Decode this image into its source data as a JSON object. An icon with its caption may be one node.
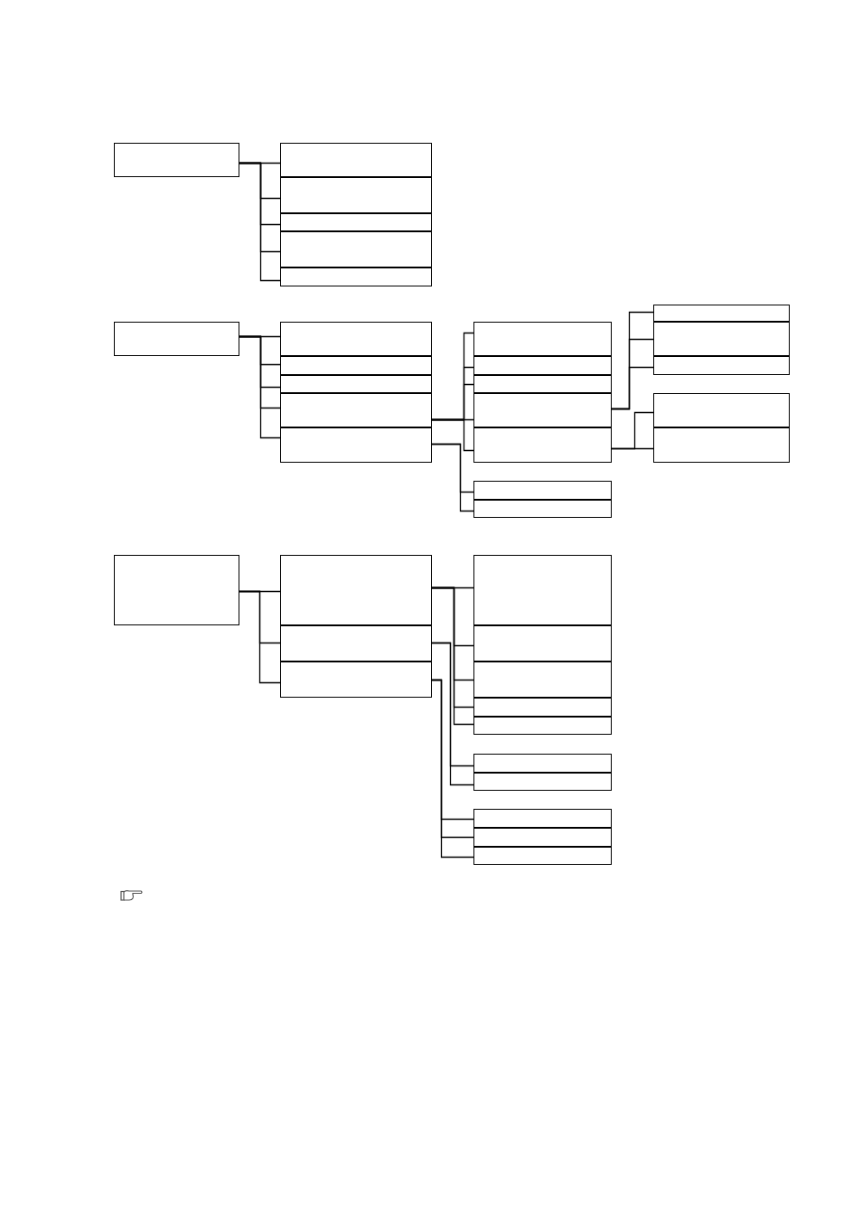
{
  "diagram": {
    "nodes": [
      {
        "text": [],
        "shape": "box"
      },
      {
        "text": [],
        "shape": "box"
      },
      {
        "text": [],
        "shape": "box"
      },
      {
        "text": [],
        "shape": "box"
      },
      {
        "text": [],
        "shape": "box"
      },
      {
        "text": [],
        "shape": "box"
      },
      {
        "text": [],
        "shape": "box"
      },
      {
        "text": [],
        "shape": "box"
      },
      {
        "text": [],
        "shape": "box"
      },
      {
        "text": [],
        "shape": "box"
      },
      {
        "text": [],
        "shape": "box"
      },
      {
        "text": [],
        "shape": "box"
      },
      {
        "text": [],
        "shape": "box"
      },
      {
        "text": [],
        "shape": "box"
      },
      {
        "text": [],
        "shape": "box"
      },
      {
        "text": [],
        "shape": "box"
      },
      {
        "text": [],
        "shape": "box"
      },
      {
        "text": [],
        "shape": "box"
      },
      {
        "text": [],
        "shape": "box"
      },
      {
        "text": [],
        "shape": "box"
      },
      {
        "text": [],
        "shape": "box"
      },
      {
        "text": [],
        "shape": "box"
      },
      {
        "text": [],
        "shape": "box"
      },
      {
        "text": [],
        "shape": "box"
      },
      {
        "text": [],
        "shape": "box"
      },
      {
        "text": [],
        "shape": "box"
      },
      {
        "text": [],
        "shape": "box"
      },
      {
        "text": [],
        "shape": "box"
      },
      {
        "text": [],
        "shape": "box"
      },
      {
        "text": [],
        "shape": "box"
      },
      {
        "text": [],
        "shape": "box"
      },
      {
        "text": [],
        "shape": "box"
      },
      {
        "text": [],
        "shape": "box"
      },
      {
        "text": [],
        "shape": "box"
      },
      {
        "text": [],
        "shape": "box"
      },
      {
        "text": [],
        "shape": "box"
      },
      {
        "text": [],
        "shape": "box"
      },
      {
        "text": [],
        "shape": "box"
      }
    ],
    "edges": [
      {
        "from": 0,
        "to": 1,
        "arrow": "none"
      },
      {
        "from": 0,
        "to": 2,
        "arrow": "none"
      },
      {
        "from": 0,
        "to": 3,
        "arrow": "none"
      },
      {
        "from": 0,
        "to": 4,
        "arrow": "none"
      },
      {
        "from": 0,
        "to": 5,
        "arrow": "none"
      },
      {
        "from": 6,
        "to": 7,
        "arrow": "none"
      },
      {
        "from": 6,
        "to": 8,
        "arrow": "none"
      },
      {
        "from": 6,
        "to": 9,
        "arrow": "none"
      },
      {
        "from": 6,
        "to": 10,
        "arrow": "none"
      },
      {
        "from": 6,
        "to": 11,
        "arrow": "none"
      },
      {
        "from": 10,
        "to": 12,
        "arrow": "none"
      },
      {
        "from": 10,
        "to": 13,
        "arrow": "none"
      },
      {
        "from": 10,
        "to": 14,
        "arrow": "none"
      },
      {
        "from": 10,
        "to": 15,
        "arrow": "none"
      },
      {
        "from": 10,
        "to": 16,
        "arrow": "none"
      },
      {
        "from": 11,
        "to": 17,
        "arrow": "none"
      },
      {
        "from": 11,
        "to": 18,
        "arrow": "none"
      },
      {
        "from": 15,
        "to": 19,
        "arrow": "none"
      },
      {
        "from": 15,
        "to": 20,
        "arrow": "none"
      },
      {
        "from": 15,
        "to": 21,
        "arrow": "none"
      },
      {
        "from": 16,
        "to": 22,
        "arrow": "none"
      },
      {
        "from": 16,
        "to": 23,
        "arrow": "none"
      },
      {
        "from": 24,
        "to": 25,
        "arrow": "none"
      },
      {
        "from": 24,
        "to": 26,
        "arrow": "none"
      },
      {
        "from": 24,
        "to": 27,
        "arrow": "none"
      },
      {
        "from": 25,
        "to": 28,
        "arrow": "none"
      },
      {
        "from": 25,
        "to": 29,
        "arrow": "none"
      },
      {
        "from": 25,
        "to": 30,
        "arrow": "none"
      },
      {
        "from": 25,
        "to": 31,
        "arrow": "none"
      },
      {
        "from": 25,
        "to": 32,
        "arrow": "none"
      },
      {
        "from": 26,
        "to": 33,
        "arrow": "none"
      },
      {
        "from": 26,
        "to": 34,
        "arrow": "none"
      },
      {
        "from": 27,
        "to": 35,
        "arrow": "none"
      },
      {
        "from": 27,
        "to": 36,
        "arrow": "none"
      },
      {
        "from": 27,
        "to": 37,
        "arrow": "none"
      }
    ]
  }
}
